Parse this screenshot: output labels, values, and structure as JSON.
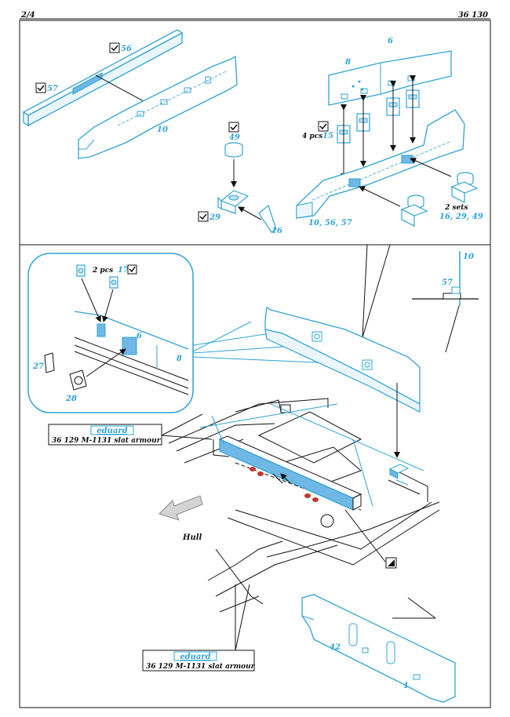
{
  "header": {
    "page": "2/4",
    "code": "36 130"
  },
  "colors": {
    "part_line": "#2fa3d6",
    "part_fill": "#ffffff",
    "highlight": "#6fb7e4",
    "ink": "#111111",
    "red_marker": "#c0392b"
  },
  "labels": {
    "p56": "56",
    "p57": "57",
    "p10": "10",
    "p49": "49",
    "p29": "29",
    "p16": "16",
    "p8": "8",
    "p6": "6",
    "p15": "15",
    "four_pcs": "4 pcs",
    "sets_title": "2 sets",
    "sets_parts": "16, 29, 49",
    "combo": "10, 56, 57",
    "two_pcs": "2 pcs",
    "p17": "17",
    "d6": "6",
    "d8": "8",
    "p27": "27",
    "p28": "28",
    "r10": "10",
    "r57": "57",
    "hull": "Hull",
    "p42": "42",
    "p1": "1"
  },
  "refs": [
    {
      "brand": "eduard",
      "text": "36 129 M-1131 slat armour"
    },
    {
      "brand": "eduard",
      "text": "36 129 M-1131 slat armour"
    }
  ],
  "icons": {
    "check": "checkmark-icon",
    "bend": "bend-icon",
    "arrow": "direction-arrow-icon"
  }
}
